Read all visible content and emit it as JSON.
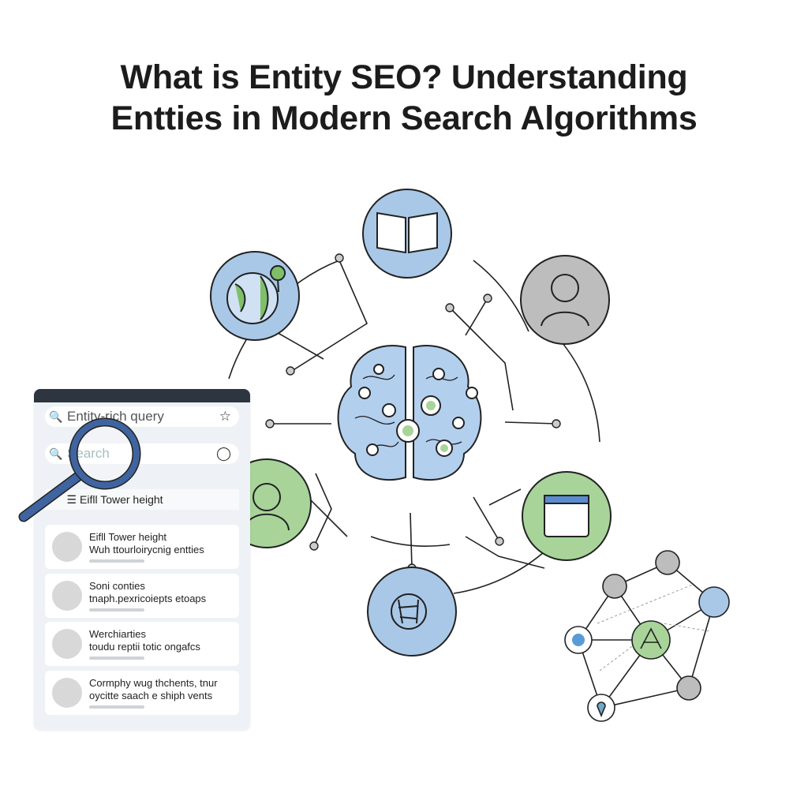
{
  "title": {
    "line1": "What is Entity SEO? Understanding",
    "line2": "Entties in Modern Search Algorithms"
  },
  "search_panel": {
    "query_field": {
      "value": "Entity-rich query",
      "icon": "search-icon",
      "end_icon": "star-icon"
    },
    "search_field": {
      "placeholder": "Search",
      "icon": "search-icon",
      "end_icon": "user-icon"
    },
    "suggestion": {
      "label": "Eifll Tower height",
      "icon": "menu-icon"
    },
    "results": [
      {
        "icon": "eiffel-tower-icon",
        "title": "Eifll Tower height",
        "subtitle": "Wuh ttourloirycnig entties"
      },
      {
        "icon": "person-icon",
        "title": "Soni conties",
        "subtitle": "tnaph.pexricoiepts etoaps"
      },
      {
        "icon": "person-icon",
        "title": "Werchiarties",
        "subtitle": "toudu reptii totic ongafcs"
      },
      {
        "icon": "clover-icon",
        "title": "Cormphy wug thchents, tnur",
        "subtitle": "oycitte saach e shiph vents"
      }
    ]
  },
  "entity_nodes": [
    {
      "icon": "book-icon",
      "color": "#a9c8e8"
    },
    {
      "icon": "globe-icon",
      "color": "#a9c8e8"
    },
    {
      "icon": "person-icon",
      "color": "#bdbdbd"
    },
    {
      "icon": "person-icon",
      "color": "#a8d49a"
    },
    {
      "icon": "calendar-icon",
      "color": "#a8d49a"
    },
    {
      "icon": "network-icon",
      "color": "#a9c8e8"
    }
  ],
  "center": {
    "icon": "brain-icon",
    "color": "#b3cfee"
  },
  "knowledge_graph": [
    {
      "icon": "person-icon",
      "color": "#bdbdbd"
    },
    {
      "icon": "person-icon",
      "color": "#bdbdbd"
    },
    {
      "icon": "camera-icon",
      "color": "#a9c8e8"
    },
    {
      "icon": "dot-icon",
      "color": "#ffffff"
    },
    {
      "icon": "landmark-icon",
      "color": "#a8d49a"
    },
    {
      "icon": "calendar-icon",
      "color": "#bdbdbd"
    },
    {
      "icon": "pin-icon",
      "color": "#ffffff"
    }
  ],
  "colors": {
    "blue": "#a9c8e8",
    "green": "#a8d49a",
    "gray": "#bdbdbd",
    "magnifier": "#3f64a0",
    "stroke": "#222222"
  }
}
